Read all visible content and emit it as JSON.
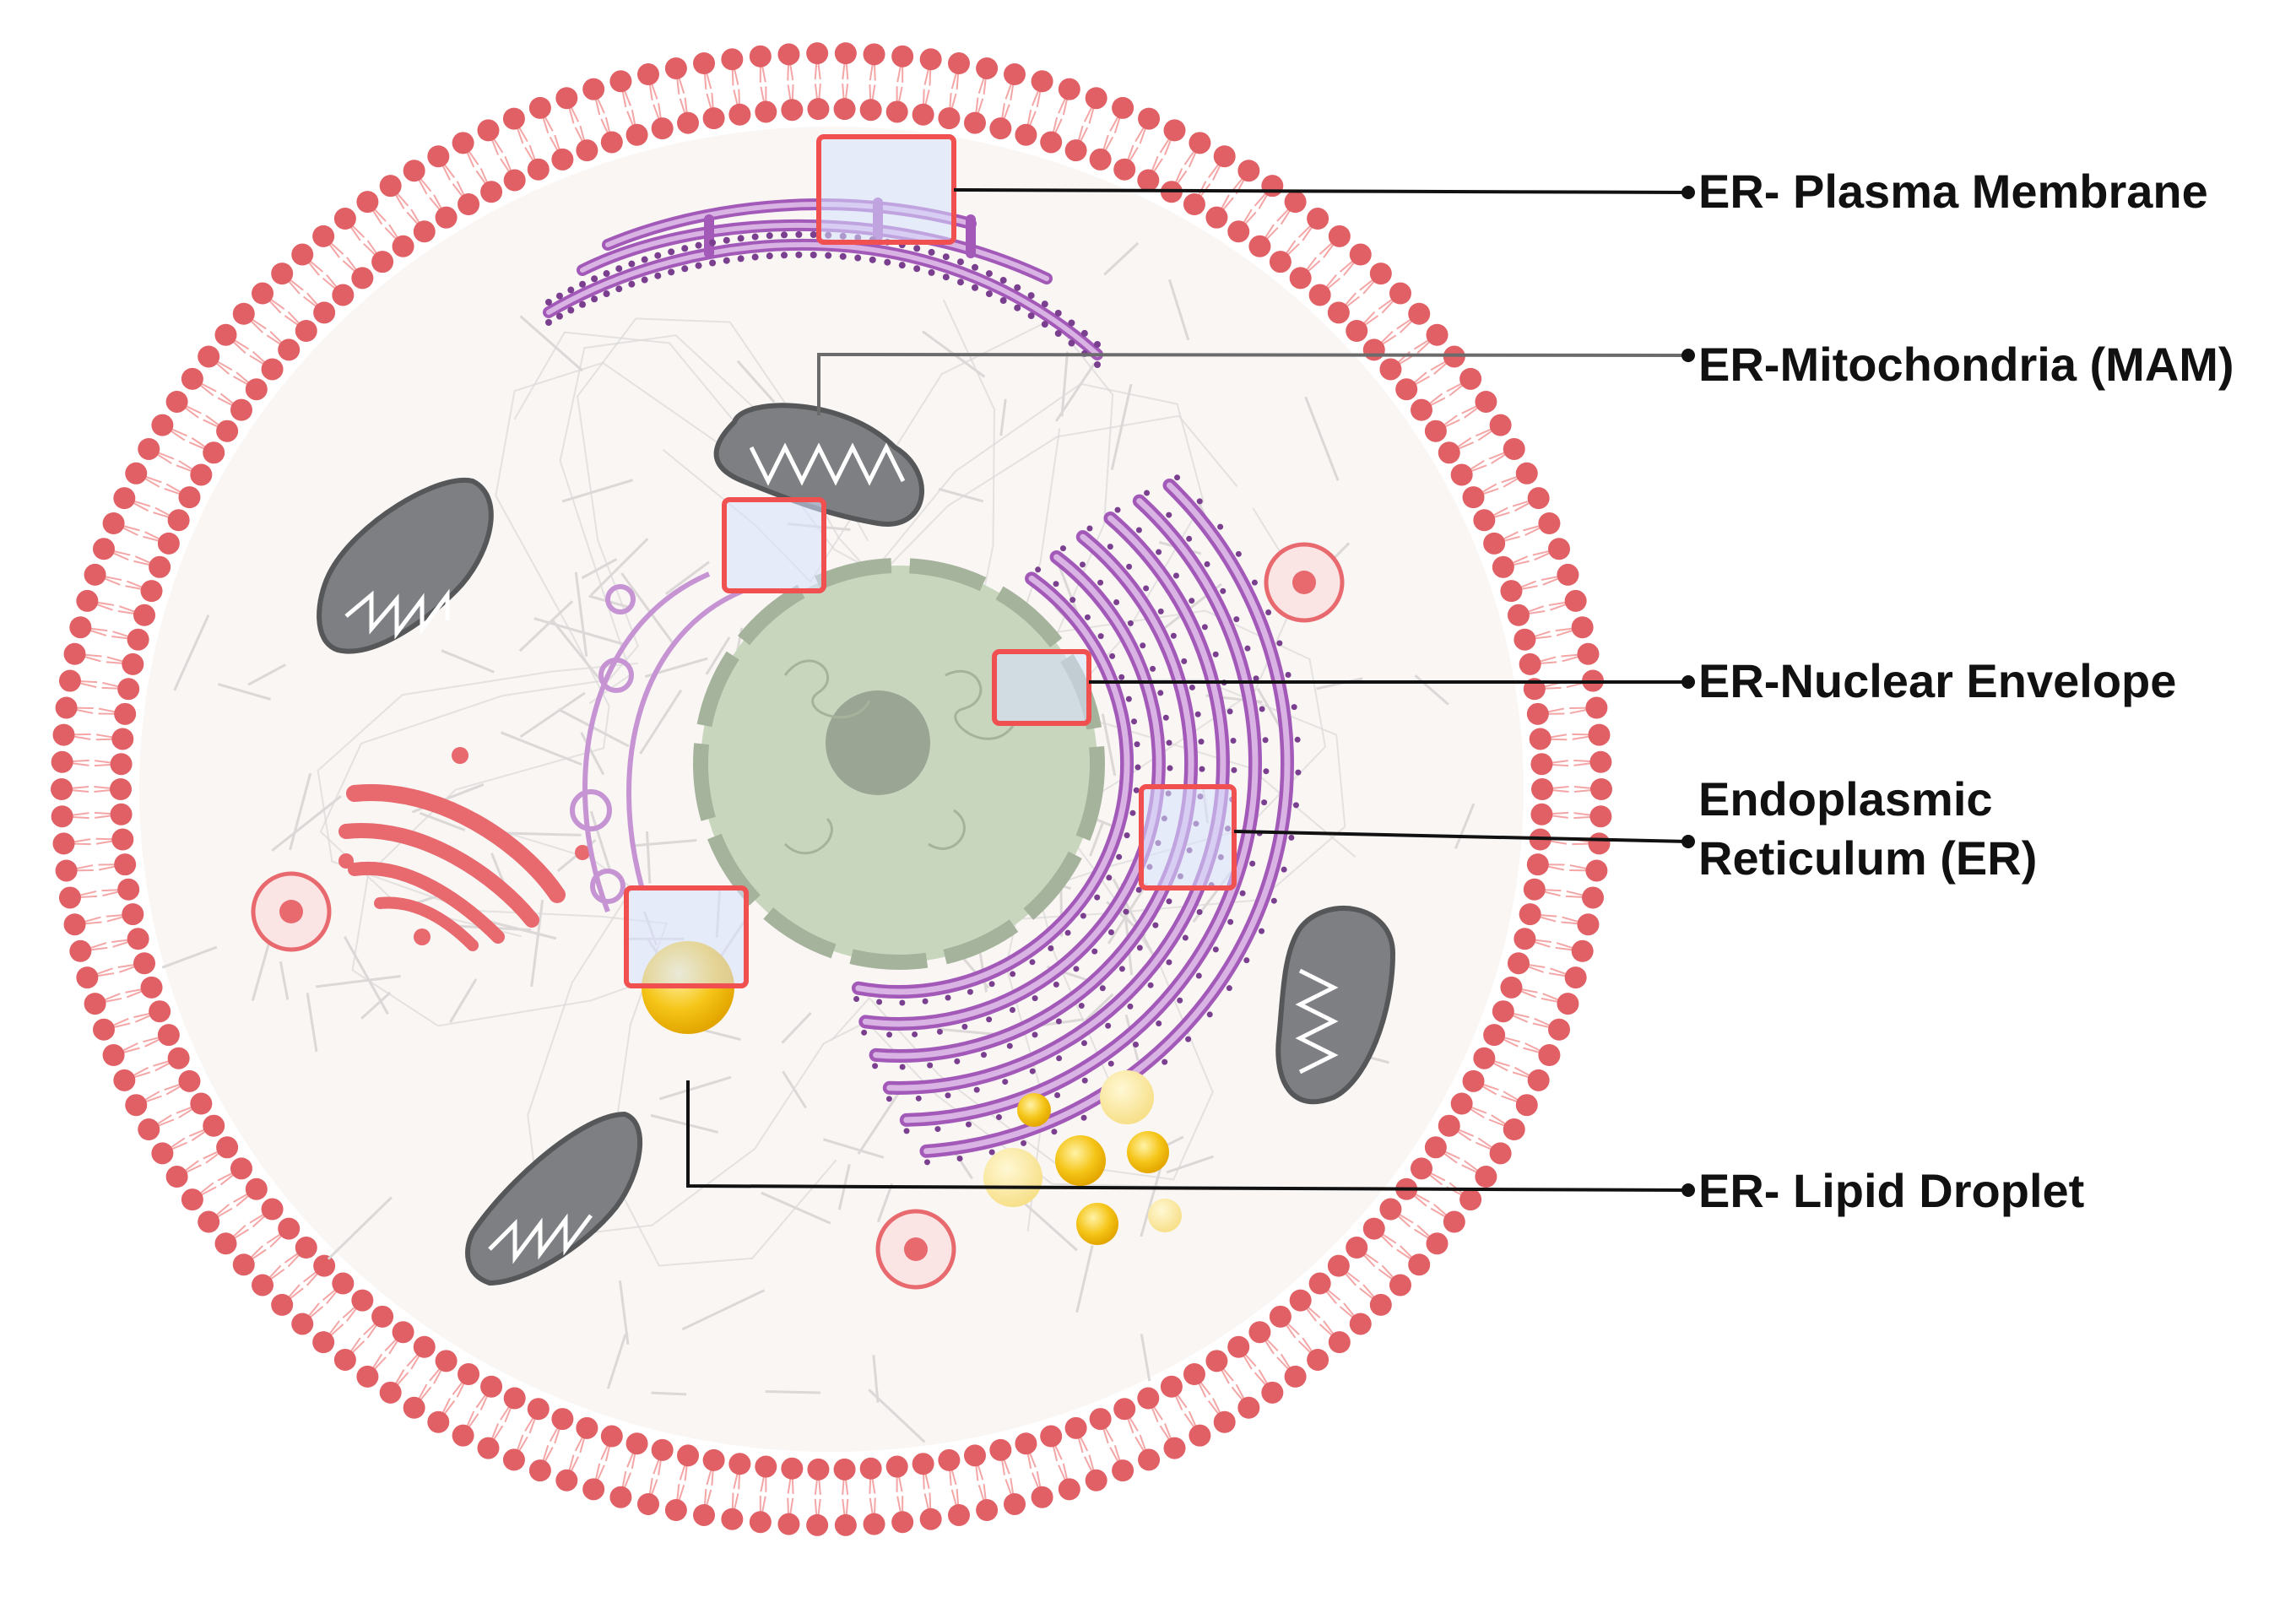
{
  "callouts": {
    "plasma_membrane": "ER- Plasma Membrane",
    "mitochondria": "ER-Mitochondria (MAM)",
    "nuclear_envelope": "ER-Nuclear Envelope",
    "er": "Endoplasmic\nReticulum (ER)",
    "lipid_droplet": "ER- Lipid Droplet"
  },
  "colors": {
    "membrane_head": "#e06065",
    "membrane_tail": "#f4a6a6",
    "cytoplasm": "#f9f6f4",
    "er": "#a259b8",
    "er_light": "#d9b3e3",
    "mitochondria": "#7d7f82",
    "nucleus": "#c9d6be",
    "nucleolus": "#9aa594",
    "golgi": "#e8696e",
    "lipid": "#f5c518",
    "highlight_box": "#f0504f",
    "leader_line": "#111111"
  }
}
